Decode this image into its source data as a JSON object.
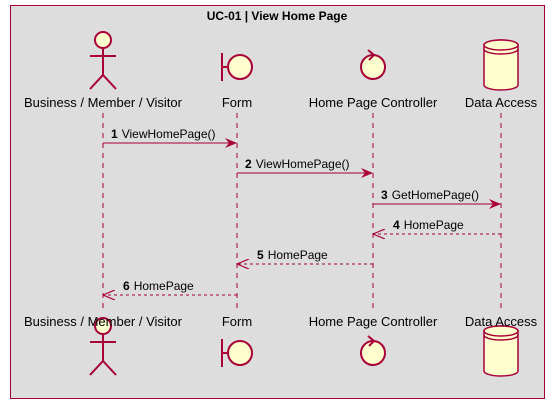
{
  "diagram": {
    "title": "UC-01 | View Home Page",
    "colors": {
      "frame_bg": "#DDDDDD",
      "frame_border": "#A80036",
      "actor_fill": "#FEFECE",
      "line": "#A80036",
      "text": "#000000"
    },
    "participants": [
      {
        "id": "actor",
        "label": "Business / Member / Visitor",
        "shape": "actor-icon"
      },
      {
        "id": "form",
        "label": "Form",
        "shape": "boundary-icon"
      },
      {
        "id": "controller",
        "label": "Home Page Controller",
        "shape": "control-icon"
      },
      {
        "id": "data",
        "label": "Data Access",
        "shape": "database-icon"
      }
    ],
    "messages": [
      {
        "num": "1",
        "text": "ViewHomePage()",
        "from": "actor",
        "to": "form",
        "style": "solid"
      },
      {
        "num": "2",
        "text": "ViewHomePage()",
        "from": "form",
        "to": "controller",
        "style": "solid"
      },
      {
        "num": "3",
        "text": "GetHomePage()",
        "from": "controller",
        "to": "data",
        "style": "solid"
      },
      {
        "num": "4",
        "text": "HomePage",
        "from": "data",
        "to": "controller",
        "style": "dashed"
      },
      {
        "num": "5",
        "text": "HomePage",
        "from": "controller",
        "to": "form",
        "style": "dashed"
      },
      {
        "num": "6",
        "text": "HomePage",
        "from": "form",
        "to": "actor",
        "style": "dashed"
      }
    ]
  }
}
